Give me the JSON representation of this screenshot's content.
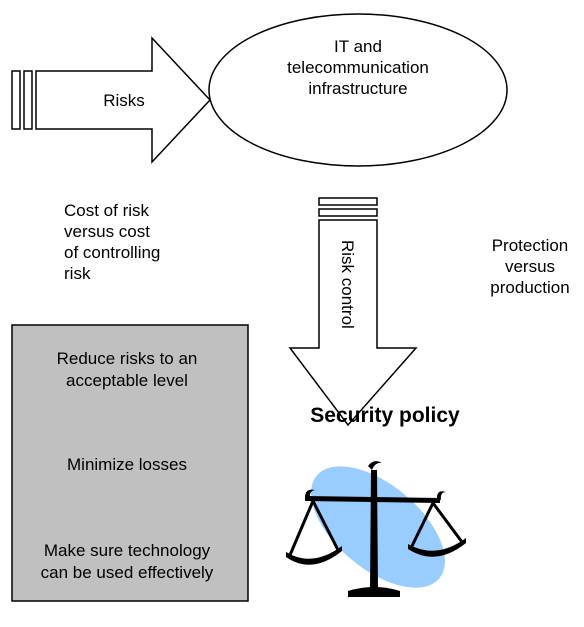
{
  "diagram": {
    "risks_label": "Risks",
    "infrastructure_label": "IT and\ntelecommunication\ninfrastructure",
    "cost_note": "Cost of risk\nversus cost\nof controlling\nrisk",
    "protection_note": "Protection\nversus\nproduction",
    "risk_control_label": "Risk control",
    "security_policy_label": "Security policy",
    "goals": [
      "Reduce risks to an\nacceptable level",
      "Minimize losses",
      "Make sure technology\ncan be used effectively"
    ],
    "colors": {
      "goals_box_fill": "#c0c0c0",
      "scales_ellipse_fill": "#99ccff",
      "outline": "#000000"
    },
    "icons": {
      "scales": "balance-scale-icon"
    }
  }
}
